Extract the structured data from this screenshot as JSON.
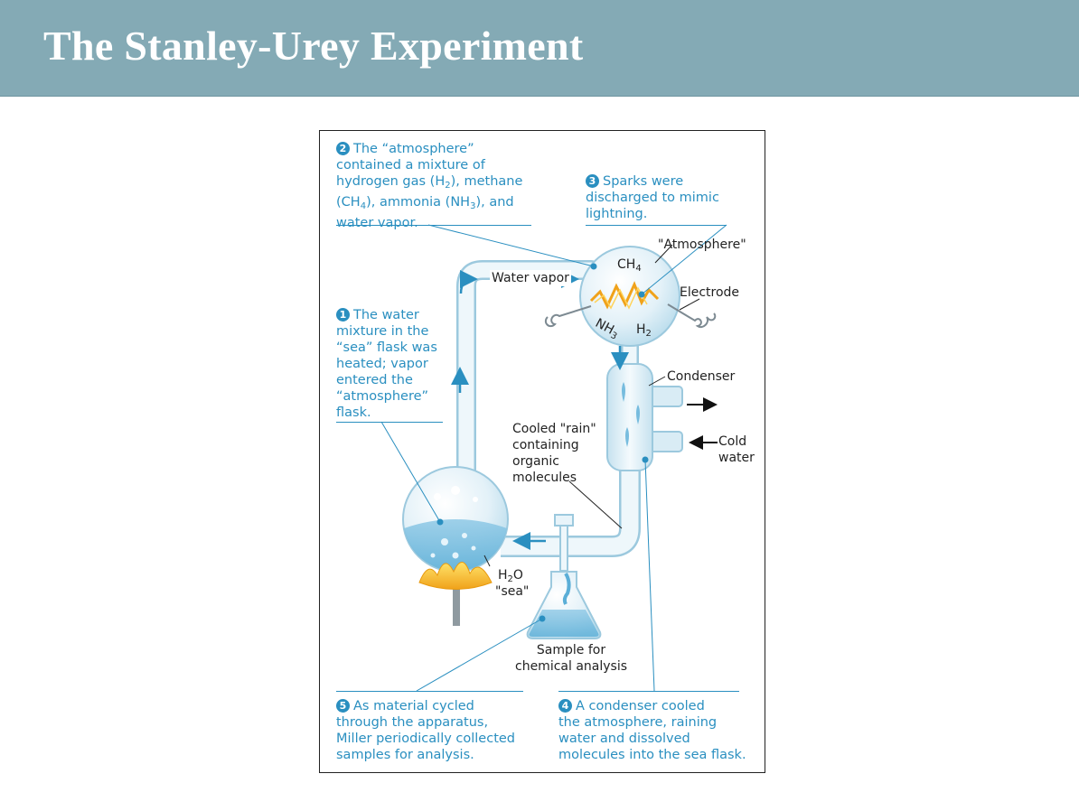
{
  "slide": {
    "title": "The Stanley-Urey Experiment"
  },
  "steps": [
    {
      "number": "1",
      "lines": [
        "The water",
        "mixture in the",
        "“sea” flask was",
        "heated; vapor",
        "entered the",
        "“atmosphere”",
        "flask."
      ]
    },
    {
      "number": "2",
      "lines": [
        "The “atmosphere”",
        "contained a mixture of",
        "hydrogen gas (H2), methane",
        "(CH4), ammonia (NH3), and",
        "water vapor."
      ]
    },
    {
      "number": "3",
      "lines": [
        "Sparks were",
        "discharged to mimic",
        "lightning."
      ]
    },
    {
      "number": "4",
      "lines": [
        "A condenser cooled",
        "the atmosphere, raining",
        "water and dissolved",
        "molecules into the sea flask."
      ]
    },
    {
      "number": "5",
      "lines": [
        "As material cycled",
        "through the apparatus,",
        "Miller periodically collected",
        "samples for analysis."
      ]
    }
  ],
  "labels": {
    "water_vapor": "Water vapor",
    "atmosphere": "\"Atmosphere\"",
    "electrode": "Electrode",
    "condenser": "Condenser",
    "cold_water": [
      "Cold",
      "water"
    ],
    "cooled_rain": [
      "Cooled \"rain\"",
      "containing",
      "organic",
      "molecules"
    ],
    "sea": "\"sea\"",
    "water_formula": "H2O",
    "sample": [
      "Sample for",
      "chemical analysis"
    ],
    "ch4": "CH4",
    "nh3": "NH3",
    "h2": "H2"
  }
}
